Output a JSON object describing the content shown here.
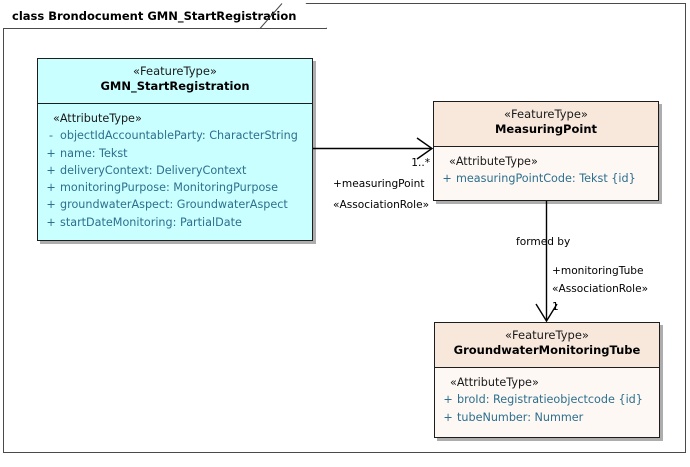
{
  "diagram": {
    "frame_title": "class Brondocument GMN_StartRegistration",
    "kind": "uml-class-diagram",
    "colors": {
      "cyan_fill": "#CAFFFF",
      "peach_header": "#F8E8DC",
      "peach_body": "#FDF8F4",
      "border": "#1D1D1D",
      "attribute_text": "#2D6F8E",
      "label_text": "#000000"
    }
  },
  "classes": [
    {
      "id": "gmn-start-registration",
      "stereotype": "«FeatureType»",
      "name": "GMN_StartRegistration",
      "attr_stereotype": "«AttributeType»",
      "attributes": [
        {
          "visibility": "-",
          "text": "objectIdAccountableParty: CharacterString"
        },
        {
          "visibility": "+",
          "text": "name: Tekst"
        },
        {
          "visibility": "+",
          "text": "deliveryContext: DeliveryContext"
        },
        {
          "visibility": "+",
          "text": "monitoringPurpose: MonitoringPurpose"
        },
        {
          "visibility": "+",
          "text": "groundwaterAspect: GroundwaterAspect"
        },
        {
          "visibility": "+",
          "text": "startDateMonitoring: PartialDate"
        }
      ]
    },
    {
      "id": "measuring-point",
      "stereotype": "«FeatureType»",
      "name": "MeasuringPoint",
      "attr_stereotype": "«AttributeType»",
      "attributes": [
        {
          "visibility": "+",
          "text": "measuringPointCode: Tekst {id}"
        }
      ]
    },
    {
      "id": "groundwater-monitoring-tube",
      "stereotype": "«FeatureType»",
      "name": "GroundwaterMonitoringTube",
      "attr_stereotype": "«AttributeType»",
      "attributes": [
        {
          "visibility": "+",
          "text": "broId: Registratieobjectcode {id}"
        },
        {
          "visibility": "+",
          "text": "tubeNumber: Nummer"
        }
      ]
    }
  ],
  "associations": [
    {
      "id": "assoc-measuringpoint",
      "from": "GMN_StartRegistration",
      "to": "MeasuringPoint",
      "multiplicity": "1..*",
      "role": "+measuringPoint",
      "role_stereotype": "«AssociationRole»"
    },
    {
      "id": "assoc-monitoringtube",
      "from": "MeasuringPoint",
      "to": "GroundwaterMonitoringTube",
      "name": "formed by",
      "multiplicity": "1",
      "role": "+monitoringTube",
      "role_stereotype": "«AssociationRole»"
    }
  ]
}
